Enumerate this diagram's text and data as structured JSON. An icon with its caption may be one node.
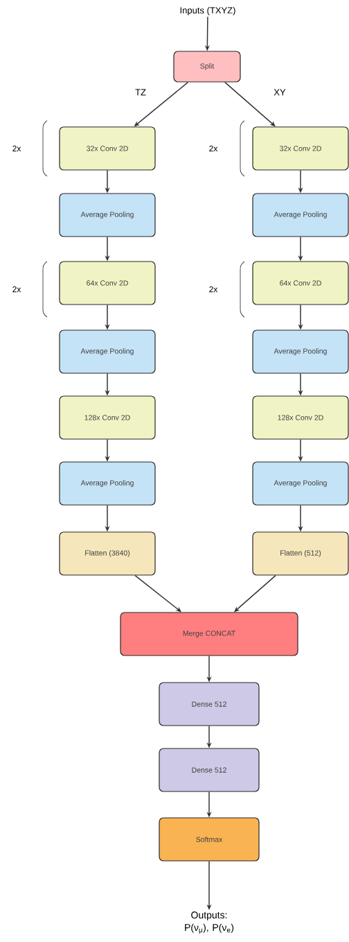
{
  "diagram": {
    "nodes": [
      {
        "text": [
          "Inputs (TXYZ)"
        ]
      },
      {
        "text": [
          "Split"
        ]
      },
      {
        "text": [
          "32x Conv 2D"
        ]
      },
      {
        "text": [
          "Average Pooling"
        ]
      },
      {
        "text": [
          "64x Conv 2D"
        ]
      },
      {
        "text": [
          "Average Pooling"
        ]
      },
      {
        "text": [
          "128x Conv 2D"
        ]
      },
      {
        "text": [
          "Average Pooling"
        ]
      },
      {
        "text": [
          "Flatten (3840)"
        ]
      },
      {
        "text": [
          "32x Conv 2D"
        ]
      },
      {
        "text": [
          "Average Pooling"
        ]
      },
      {
        "text": [
          "64x Conv 2D"
        ]
      },
      {
        "text": [
          "Average Pooling"
        ]
      },
      {
        "text": [
          "128x Conv 2D"
        ]
      },
      {
        "text": [
          "Average Pooling"
        ]
      },
      {
        "text": [
          "Flatten (512)"
        ]
      },
      {
        "text": [
          "Merge CONCAT"
        ]
      },
      {
        "text": [
          "Dense 512"
        ]
      },
      {
        "text": [
          "Dense 512"
        ]
      },
      {
        "text": [
          "Softmax"
        ]
      },
      {
        "text": [
          "Outputs: P(ν$_{μ}$), P(ν$_{e}$)"
        ]
      }
    ],
    "edges": [
      {
        "from": 0,
        "to": 1,
        "arrow": "to"
      },
      {
        "from": 1,
        "to": 2,
        "arrow": "to",
        "label": "TZ"
      },
      {
        "from": 1,
        "to": 9,
        "arrow": "to",
        "label": "XY"
      },
      {
        "from": 2,
        "to": 3,
        "arrow": "to"
      },
      {
        "from": 3,
        "to": 4,
        "arrow": "to"
      },
      {
        "from": 4,
        "to": 5,
        "arrow": "to"
      },
      {
        "from": 5,
        "to": 6,
        "arrow": "to"
      },
      {
        "from": 6,
        "to": 7,
        "arrow": "to"
      },
      {
        "from": 7,
        "to": 8,
        "arrow": "to"
      },
      {
        "from": 9,
        "to": 10,
        "arrow": "to"
      },
      {
        "from": 10,
        "to": 11,
        "arrow": "to"
      },
      {
        "from": 11,
        "to": 12,
        "arrow": "to"
      },
      {
        "from": 12,
        "to": 13,
        "arrow": "to"
      },
      {
        "from": 13,
        "to": 14,
        "arrow": "to"
      },
      {
        "from": 14,
        "to": 15,
        "arrow": "to"
      },
      {
        "from": 8,
        "to": 16,
        "arrow": "to"
      },
      {
        "from": 15,
        "to": 16,
        "arrow": "to"
      },
      {
        "from": 16,
        "to": 17,
        "arrow": "to"
      },
      {
        "from": 17,
        "to": 18,
        "arrow": "to"
      },
      {
        "from": 18,
        "to": 19,
        "arrow": "to"
      },
      {
        "from": 19,
        "to": 20,
        "arrow": "to"
      }
    ],
    "labels": [
      "2x",
      "2x",
      "2x",
      "2x"
    ]
  }
}
